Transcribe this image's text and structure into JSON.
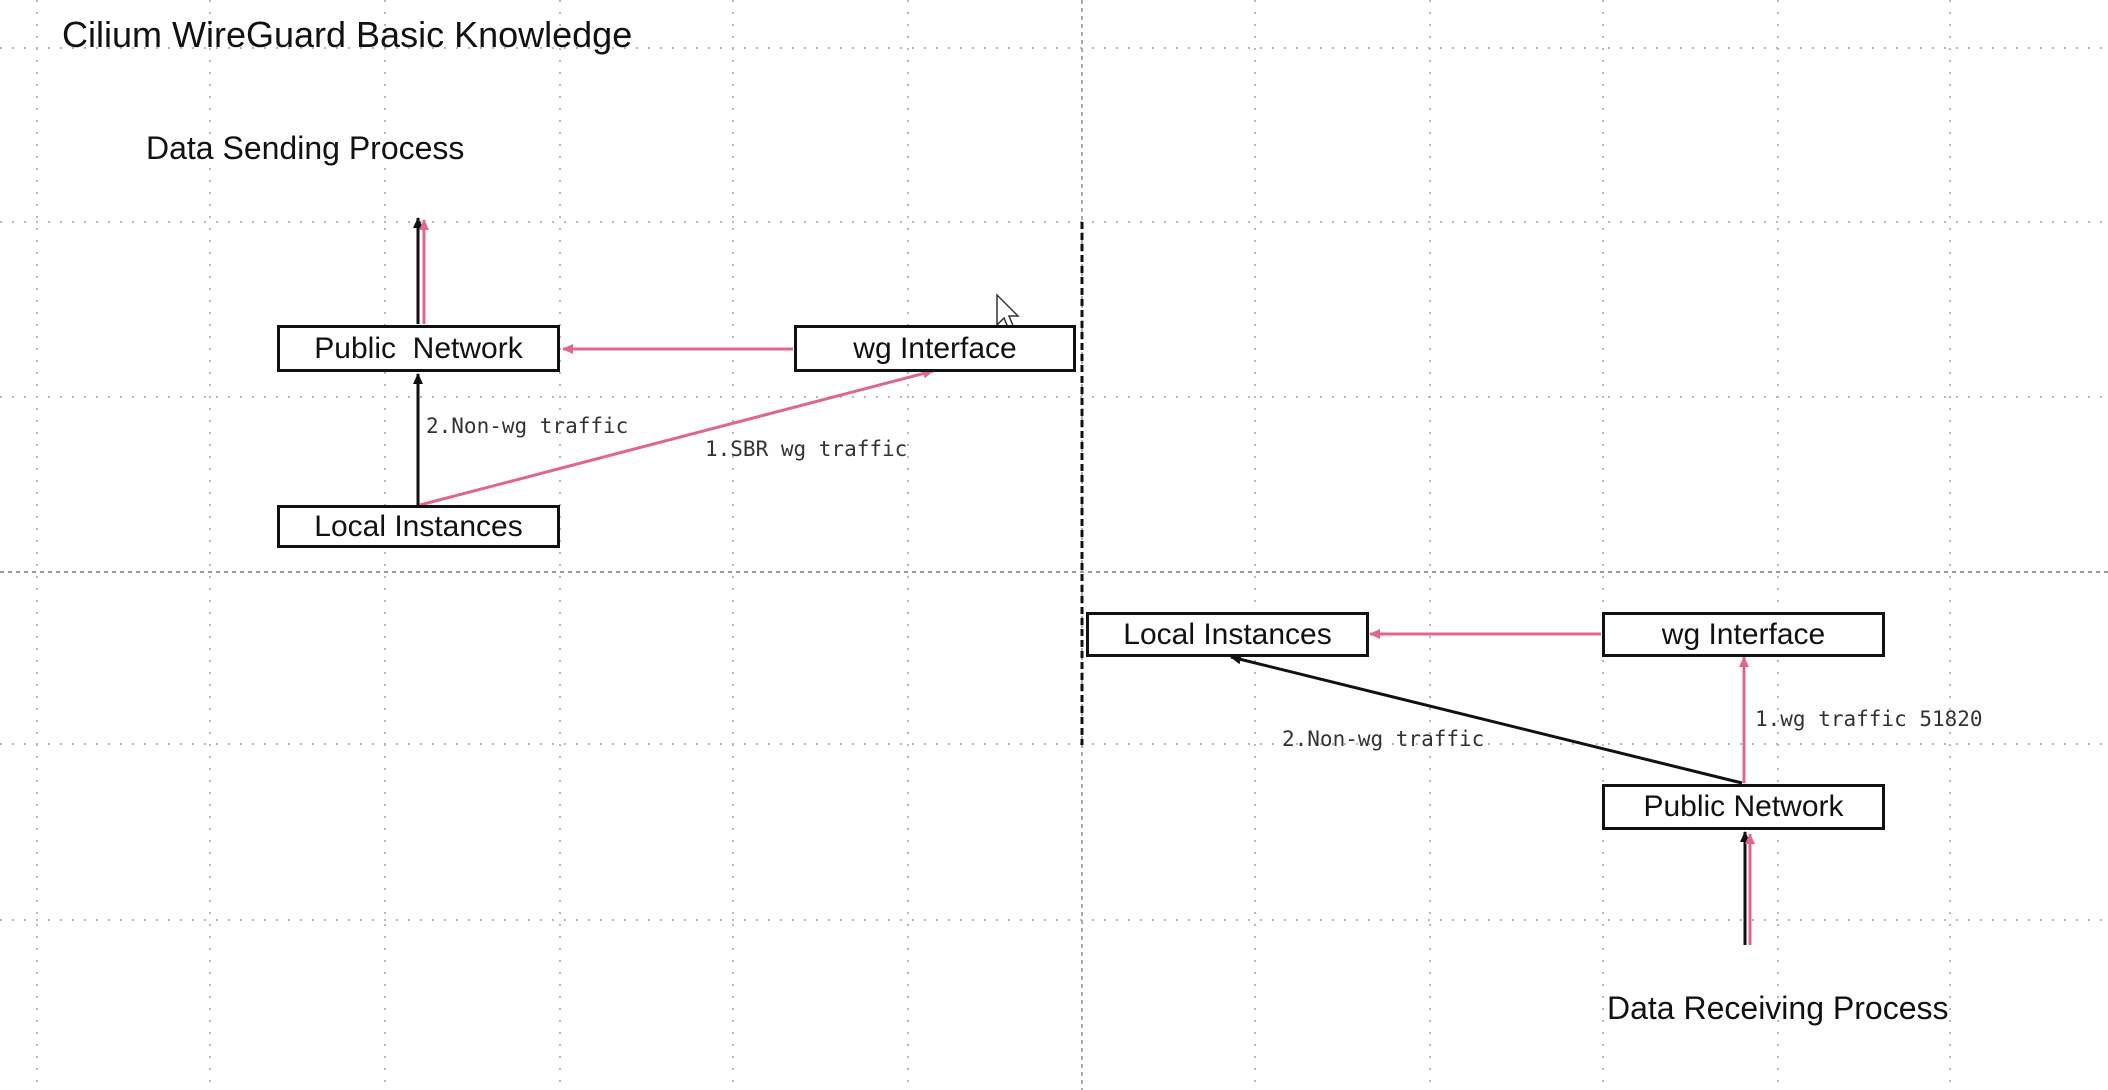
{
  "title": "Cilium WireGuard Basic Knowledge",
  "sending": {
    "heading": "Data Sending Process",
    "public_network": "Public  Network",
    "wg_interface": "wg Interface",
    "local_instances": "Local Instances",
    "edge_non_wg": "2.Non-wg traffic",
    "edge_sbr": "1.SBR wg traffic"
  },
  "receiving": {
    "heading": "Data Receiving Process",
    "local_instances": "Local Instances",
    "wg_interface": "wg Interface",
    "public_network": "Public Network",
    "edge_wg": "1.wg traffic 51820",
    "edge_non_wg": "2.Non-wg traffic"
  },
  "colors": {
    "pink": "#e0668f",
    "black": "#111111",
    "grid": "#b8b8b8"
  }
}
